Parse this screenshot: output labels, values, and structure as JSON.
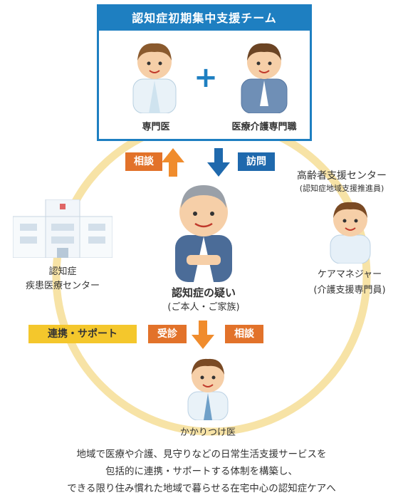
{
  "team": {
    "title": "認知症初期集中支援チーム",
    "member1": "専門医",
    "member2": "医療介護専門職",
    "plus": "+"
  },
  "arrows": {
    "consult_up": "相談",
    "visit": "訪問",
    "exam": "受診",
    "consult_down": "相談",
    "partner": "連携・サポート"
  },
  "nodes": {
    "center_title": "高齢者支援センター",
    "center_sub": "(認知症地域支援推進員)",
    "hospital_line1": "認知症",
    "hospital_line2": "疾患医療センター",
    "patient_line1": "認知症の疑い",
    "patient_line2": "(ご本人・ご家族)",
    "care_line1": "ケアマネジャー",
    "care_line2": "(介護支援専門員)",
    "gp": "かかりつけ医"
  },
  "footer": {
    "line1": "地域で医療や介護、見守りなどの日常生活支援サービスを",
    "line2": "包括的に連携・サポートする体制を構築し、",
    "line3": "できる限り住み慣れた地域で暮らせる在宅中心の認知症ケアへ"
  },
  "colors": {
    "blue": "#1e7fc1",
    "orange": "#e2722a",
    "yellow": "#f4c72c",
    "ring": "#f7e3a6"
  }
}
